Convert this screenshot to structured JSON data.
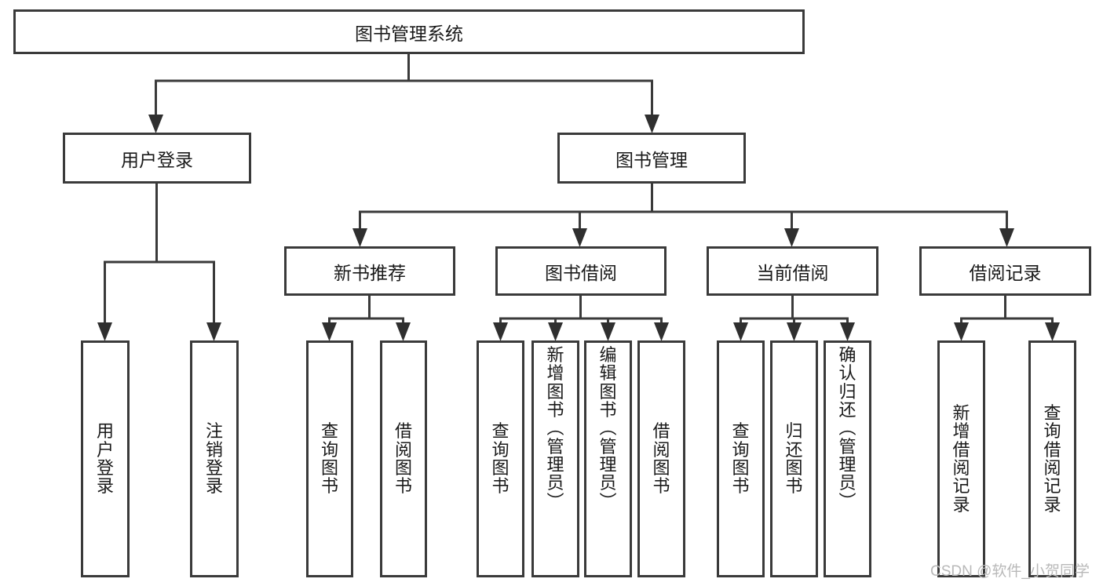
{
  "diagram": {
    "type": "tree-hierarchy",
    "title": "图书管理系统",
    "root": {
      "id": "root",
      "label": "图书管理系统",
      "orientation": "horizontal"
    },
    "level2": [
      {
        "id": "user-login",
        "label": "用户登录",
        "orientation": "horizontal"
      },
      {
        "id": "book-manage",
        "label": "图书管理",
        "orientation": "horizontal"
      }
    ],
    "level3": [
      {
        "id": "new-book-recommend",
        "label": "新书推荐",
        "orientation": "horizontal",
        "parent": "book-manage"
      },
      {
        "id": "book-borrow",
        "label": "图书借阅",
        "orientation": "horizontal",
        "parent": "book-manage"
      },
      {
        "id": "current-borrow",
        "label": "当前借阅",
        "orientation": "horizontal",
        "parent": "book-manage"
      },
      {
        "id": "borrow-record",
        "label": "借阅记录",
        "orientation": "horizontal",
        "parent": "book-manage"
      }
    ],
    "leaves": [
      {
        "id": "leaf-user-login",
        "label": "用户登录",
        "parent": "user-login",
        "orientation": "vertical"
      },
      {
        "id": "leaf-user-logout",
        "label": "注销登录",
        "parent": "user-login",
        "orientation": "vertical"
      },
      {
        "id": "leaf-query-book-1",
        "label": "查询图书",
        "parent": "new-book-recommend",
        "orientation": "vertical"
      },
      {
        "id": "leaf-borrow-book-1",
        "label": "借阅图书",
        "parent": "new-book-recommend",
        "orientation": "vertical"
      },
      {
        "id": "leaf-query-book-2",
        "label": "查询图书",
        "parent": "book-borrow",
        "orientation": "vertical"
      },
      {
        "id": "leaf-add-book",
        "label": "新增图书（管理员）",
        "parent": "book-borrow",
        "orientation": "vertical"
      },
      {
        "id": "leaf-edit-book",
        "label": "编辑图书（管理员）",
        "parent": "book-borrow",
        "orientation": "vertical"
      },
      {
        "id": "leaf-borrow-book-2",
        "label": "借阅图书",
        "parent": "book-borrow",
        "orientation": "vertical"
      },
      {
        "id": "leaf-query-book-3",
        "label": "查询图书",
        "parent": "current-borrow",
        "orientation": "vertical"
      },
      {
        "id": "leaf-return-book",
        "label": "归还图书",
        "parent": "current-borrow",
        "orientation": "vertical"
      },
      {
        "id": "leaf-confirm-return",
        "label": "确认归还（管理员）",
        "parent": "current-borrow",
        "orientation": "vertical"
      },
      {
        "id": "leaf-add-record",
        "label": "新增借阅记录",
        "parent": "borrow-record",
        "orientation": "vertical"
      },
      {
        "id": "leaf-query-record",
        "label": "查询借阅记录",
        "parent": "borrow-record",
        "orientation": "vertical"
      }
    ],
    "colors": {
      "box_stroke": "#3a3a3a",
      "box_fill": "#ffffff",
      "line": "#3a3a3a",
      "arrow": "#2f2f2f",
      "text": "#1a1a1a",
      "background": "#ffffff",
      "watermark": "#b9b9b9"
    }
  },
  "watermark": {
    "text": "CSDN @软件_小贺同学"
  }
}
